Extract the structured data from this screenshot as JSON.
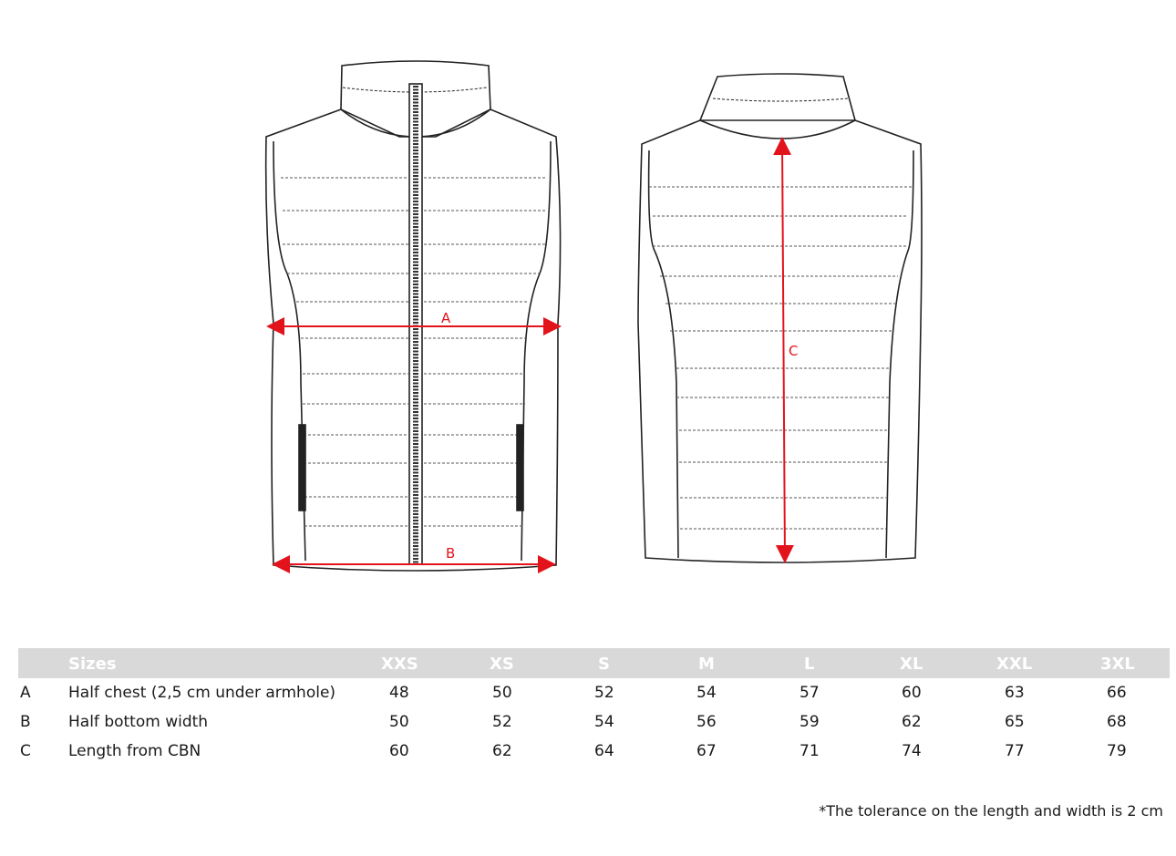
{
  "figure": {
    "front_view": {
      "measurements": [
        {
          "id": "A",
          "label": "A"
        },
        {
          "id": "B",
          "label": "B"
        }
      ]
    },
    "back_view": {
      "measurements": [
        {
          "id": "C",
          "label": "C"
        }
      ]
    },
    "accent_color": "#e3131b"
  },
  "size_table": {
    "header": {
      "label": "Sizes",
      "sizes": [
        "XXS",
        "XS",
        "S",
        "M",
        "L",
        "XL",
        "XXL",
        "3XL"
      ]
    },
    "rows": [
      {
        "code": "A",
        "label": "Half chest (2,5 cm under armhole)",
        "values": [
          "48",
          "50",
          "52",
          "54",
          "57",
          "60",
          "63",
          "66"
        ]
      },
      {
        "code": "B",
        "label": "Half bottom width",
        "values": [
          "50",
          "52",
          "54",
          "56",
          "59",
          "62",
          "65",
          "68"
        ]
      },
      {
        "code": "C",
        "label": "Length from CBN",
        "values": [
          "60",
          "62",
          "64",
          "67",
          "71",
          "74",
          "77",
          "79"
        ]
      }
    ],
    "header_bg": "#d9d9d9"
  },
  "footnote": "*The tolerance on the length and width is 2 cm"
}
